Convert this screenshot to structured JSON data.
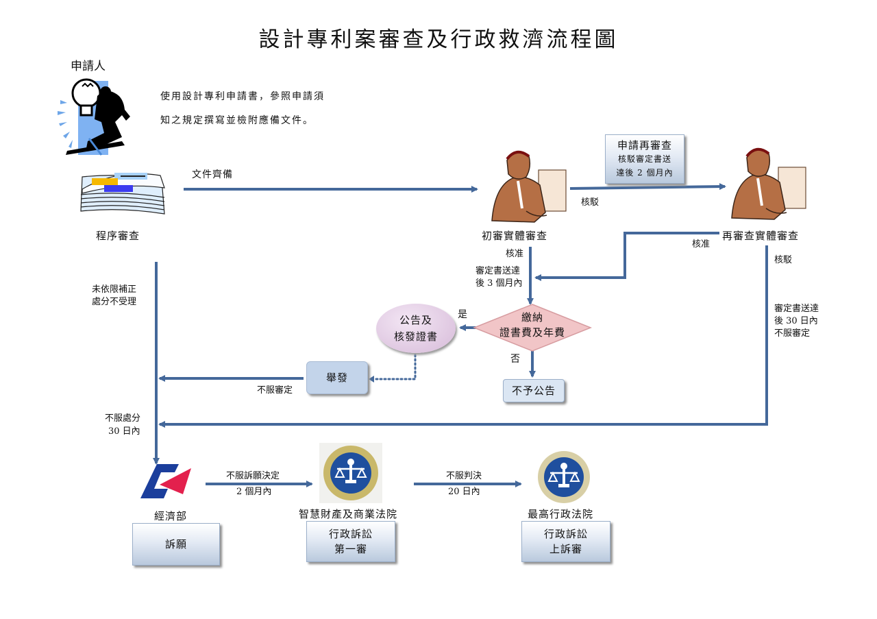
{
  "title": "設計專利案審查及行政救濟流程圖",
  "applicant": {
    "label": "申請人",
    "description_lines": [
      "使用設計專利申請書，參照申請須",
      "知之規定撰寫並檢附應備文件。"
    ]
  },
  "nodes": {
    "procedural_review": "程序審查",
    "initial_substantive_review": "初審實體審查",
    "re_examination_review": "再審查實體審查",
    "payment_decision": {
      "line1": "繳納",
      "line2": "證書費及年費"
    },
    "announcement": {
      "line1": "公告及",
      "line2": "核發證書"
    },
    "no_announcement": "不予公告",
    "invalidation": "舉發",
    "request_reexam": {
      "line1": "申請再審查",
      "line2": "核駁審定書送",
      "line3": "達後 2 個月內"
    },
    "moea": {
      "org": "經濟部",
      "box": "訴願"
    },
    "ip_court": {
      "org": "智慧財產及商業法院",
      "box_line1": "行政訴訟",
      "box_line2": "第一審"
    },
    "supreme_admin_court": {
      "org": "最高行政法院",
      "box_line1": "行政訴訟",
      "box_line2": "上訴審"
    }
  },
  "edge_labels": {
    "documents_complete": "文件齊備",
    "rejected_1": "核駁",
    "approved_1": "核准",
    "approved_1_deadline": [
      "審定書送達",
      "後 3 個月內"
    ],
    "approved_2": "核准",
    "rejected_2": "核駁",
    "rejected_2_deadline": [
      "審定書送達",
      "後 30 日內",
      "不服審定"
    ],
    "yes": "是",
    "no": "否",
    "not_corrected": [
      "未依限補正",
      "處分不受理"
    ],
    "disagree_decision": "不服審定",
    "disagree_disposition": [
      "不服處分",
      "30 日內"
    ],
    "disagree_petition": [
      "不服訴願決定",
      "2 個月內"
    ],
    "disagree_judgment": [
      "不服判決",
      "20 日內"
    ]
  },
  "icons": {
    "applicant": "businessman-lightbulb-icon",
    "documents": "document-stack-icon",
    "examiner": "examiner-at-computer-icon",
    "moea_logo": "moea-logo-icon",
    "court_seal": "court-scales-seal-icon"
  },
  "colors": {
    "arrow": "#44689a",
    "diamond": "#f0c6c8",
    "ellipse": "#e6d2e8",
    "box": "#c3d4ea"
  }
}
